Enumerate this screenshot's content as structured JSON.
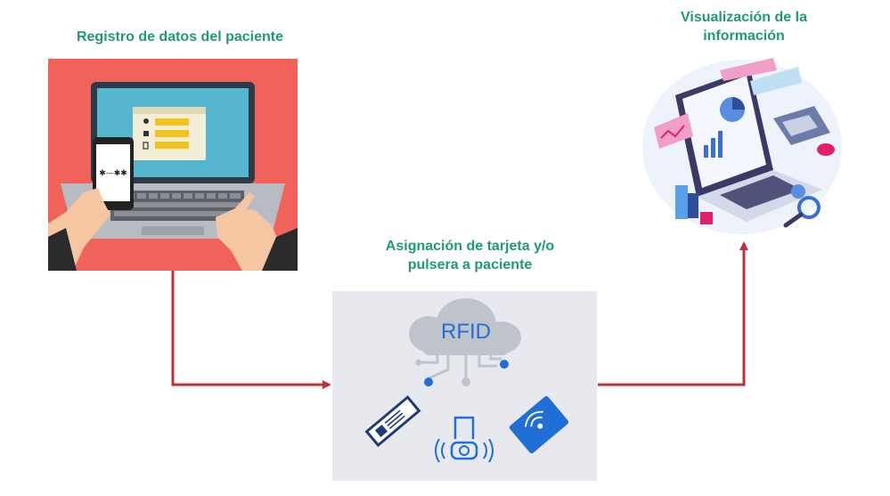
{
  "steps": {
    "registro": {
      "title": "Registro de datos del paciente"
    },
    "asignacion": {
      "title_line1": "Asignación de tarjeta y/o",
      "title_line2": "pulsera a paciente"
    },
    "visualizacion": {
      "title_line1": "Visualización de la",
      "title_line2": "información"
    }
  },
  "rfid": {
    "label": "RFID"
  },
  "colors": {
    "title_green": "#1f9a73",
    "arrow_red": "#c0303a",
    "laptop_bg": "#f0635a",
    "rfid_blue": "#1f6fd6",
    "rfid_panel": "#e8e9ee"
  },
  "icons": [
    "laptop-icon",
    "phone-icon",
    "hands-icon",
    "rfid-cloud-icon",
    "rfid-tag-icon",
    "wristband-icon",
    "rfid-card-icon",
    "analytics-laptop-icon",
    "pie-chart-icon",
    "bar-chart-icon",
    "calculator-icon",
    "magnifier-icon"
  ]
}
